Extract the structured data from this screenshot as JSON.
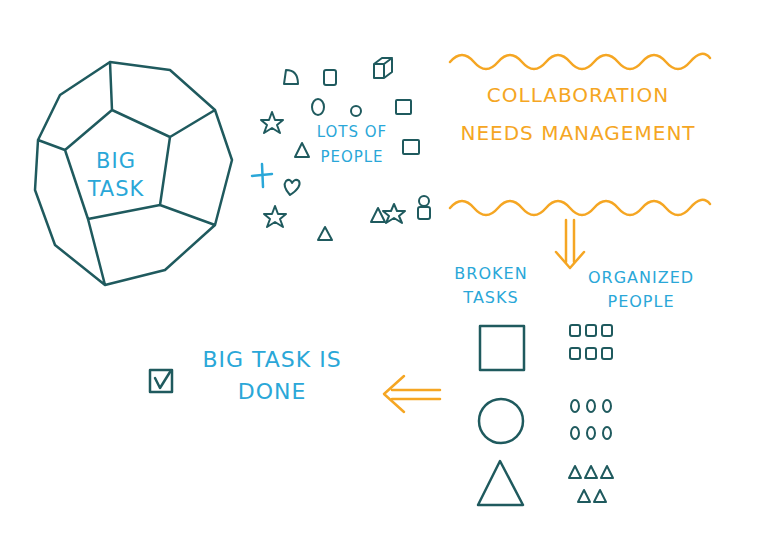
{
  "diagram": {
    "nodes": [
      {
        "text": [
          "BIG TASK"
        ]
      }
    ],
    "labels": [
      "LOTS OF PEOPLE",
      "COLLABORATION NEEDS MANAGEMENT",
      "BROKEN TASKS",
      "ORGANIZED PEOPLE",
      "BIG TASK IS DONE"
    ]
  }
}
